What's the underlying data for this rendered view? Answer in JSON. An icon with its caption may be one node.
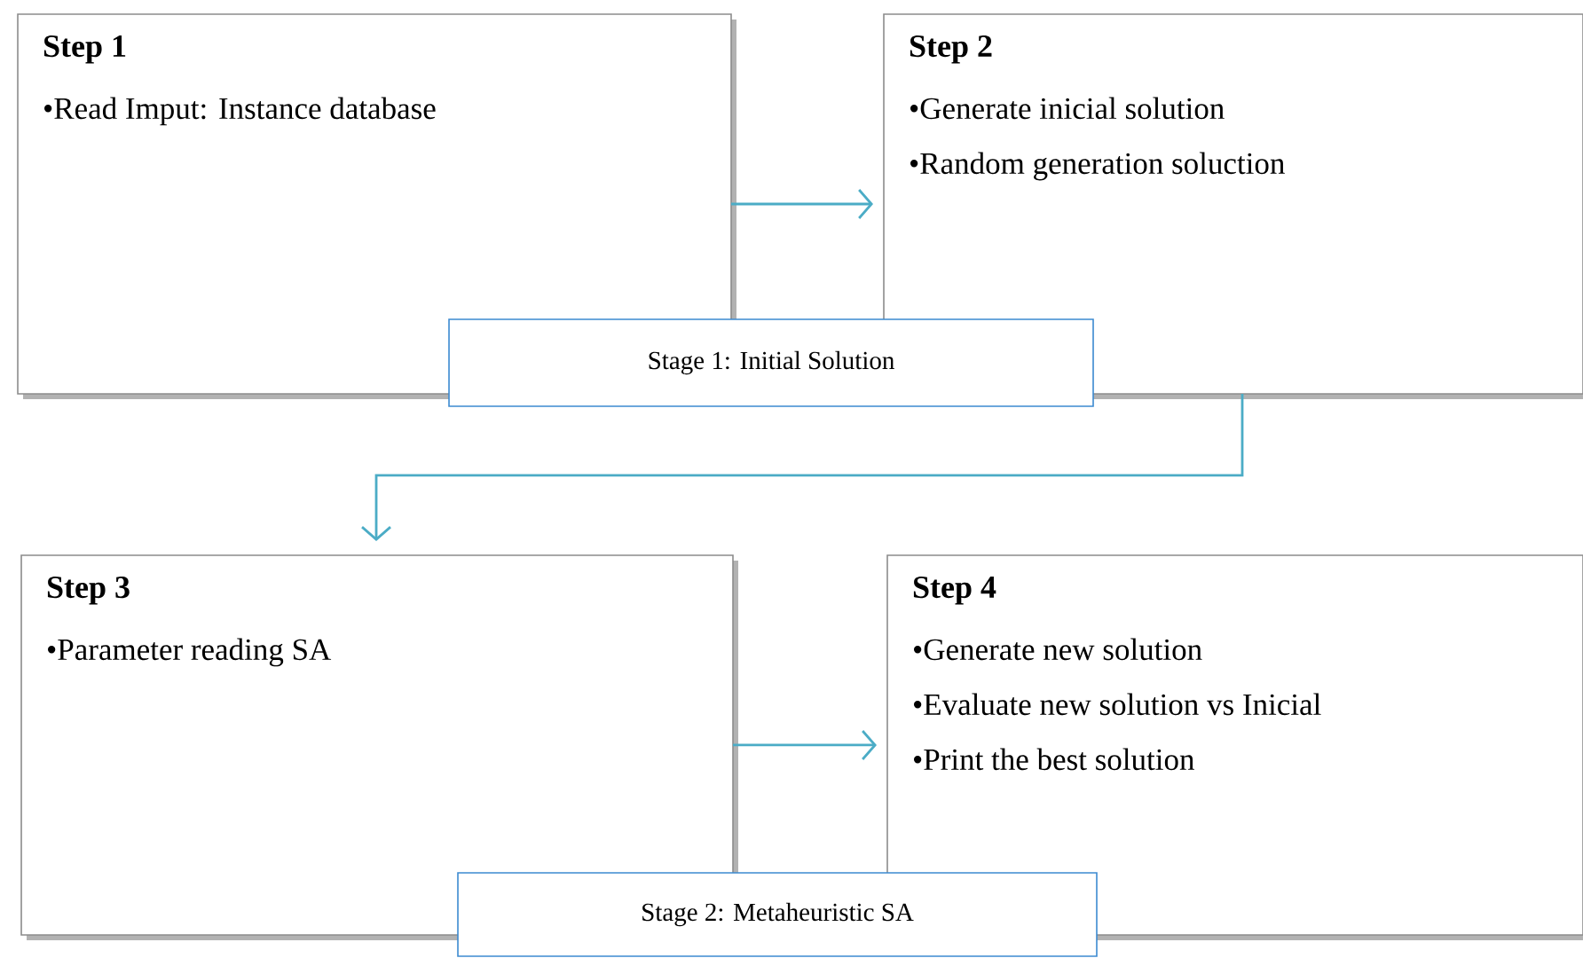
{
  "diagram": {
    "nodes": [
      {
        "text": [
          "Step 1",
          "•Read Imput: Instance database"
        ]
      },
      {
        "text": [
          "Step 2",
          "•Generate inicial solution",
          "•Random generation soluction"
        ]
      },
      {
        "text": [
          "Stage 1: Initial Solution"
        ]
      },
      {
        "text": [
          "Step 3",
          "•Parameter reading SA"
        ]
      },
      {
        "text": [
          "Step 4",
          "•Generate new solution",
          "•Evaluate new solution vs Inicial",
          "•Print the best solution"
        ]
      },
      {
        "text": [
          "Stage 2: Metaheuristic SA"
        ]
      }
    ],
    "edges": [
      {
        "from": 0,
        "to": 1,
        "arrow": "to"
      },
      {
        "from": 1,
        "to": 3,
        "arrow": "to"
      },
      {
        "from": 3,
        "to": 4,
        "arrow": "to"
      }
    ]
  }
}
